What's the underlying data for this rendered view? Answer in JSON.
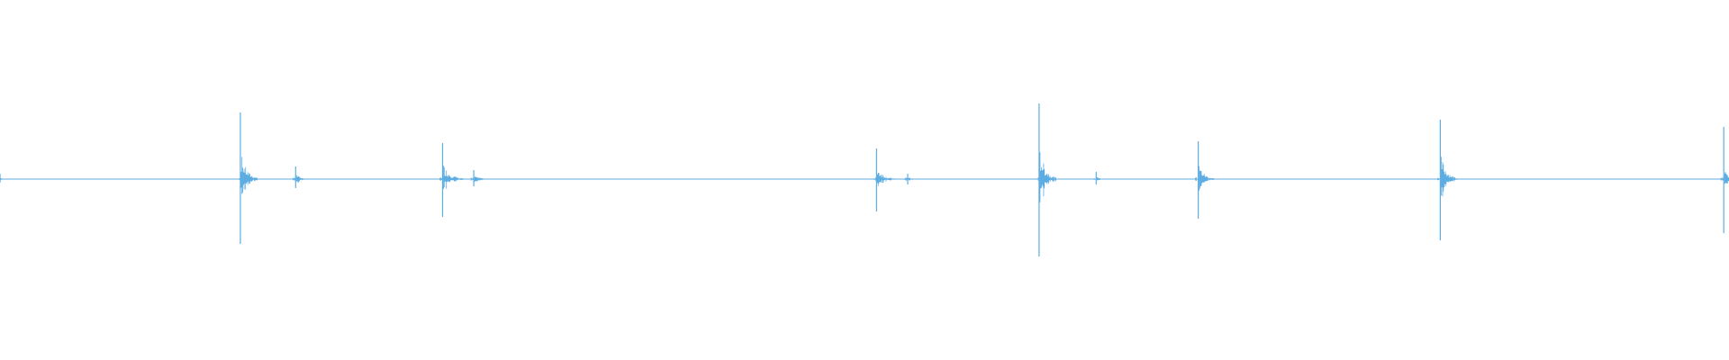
{
  "waveform": {
    "color": "#5dade2",
    "background": "#ffffff",
    "baseline_amplitude": 0.0,
    "transients": [
      {
        "time": 0.0,
        "peak_up": 0.03,
        "peak_down": 0.02,
        "decay": 0.004
      },
      {
        "time": 0.139,
        "peak_up": 0.37,
        "peak_down": 0.36,
        "decay": 0.01
      },
      {
        "time": 0.171,
        "peak_up": 0.07,
        "peak_down": 0.05,
        "decay": 0.008
      },
      {
        "time": 0.256,
        "peak_up": 0.2,
        "peak_down": 0.21,
        "decay": 0.012
      },
      {
        "time": 0.274,
        "peak_up": 0.05,
        "peak_down": 0.04,
        "decay": 0.01
      },
      {
        "time": 0.507,
        "peak_up": 0.17,
        "peak_down": 0.18,
        "decay": 0.01
      },
      {
        "time": 0.525,
        "peak_up": 0.03,
        "peak_down": 0.03,
        "decay": 0.006
      },
      {
        "time": 0.601,
        "peak_up": 0.42,
        "peak_down": 0.43,
        "decay": 0.01
      },
      {
        "time": 0.634,
        "peak_up": 0.04,
        "peak_down": 0.03,
        "decay": 0.006
      },
      {
        "time": 0.693,
        "peak_up": 0.21,
        "peak_down": 0.22,
        "decay": 0.009
      },
      {
        "time": 0.833,
        "peak_up": 0.33,
        "peak_down": 0.34,
        "decay": 0.01
      },
      {
        "time": 0.997,
        "peak_up": 0.29,
        "peak_down": 0.3,
        "decay": 0.004
      }
    ]
  }
}
